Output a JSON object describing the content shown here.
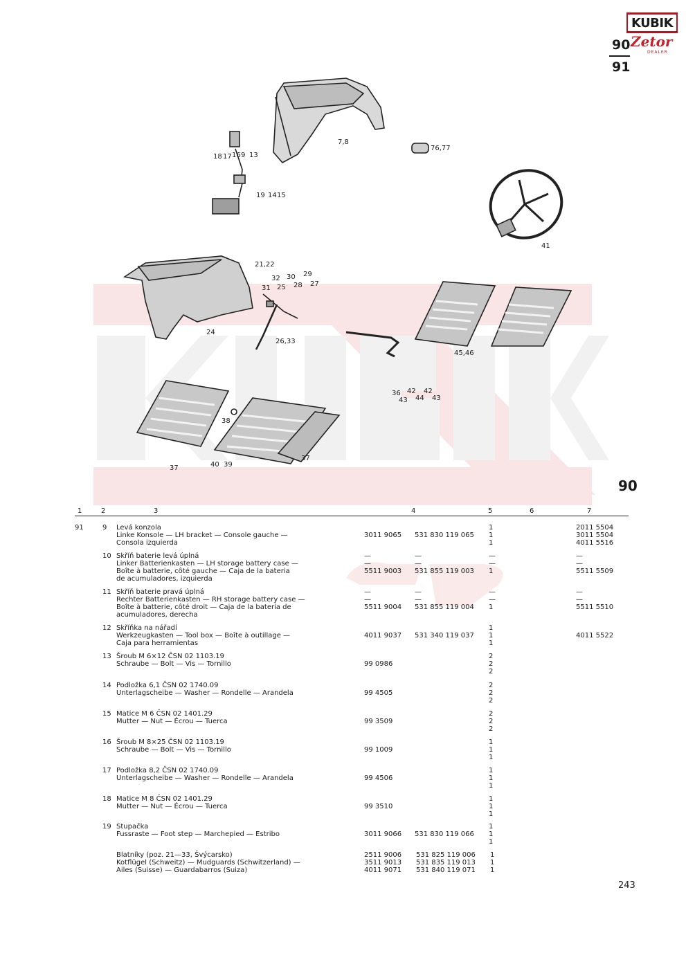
{
  "logo": {
    "kubik": "KUBIK",
    "zetor": "Zetor",
    "dealer": "DEALER"
  },
  "section": {
    "top": "90",
    "bottom": "91",
    "label_90": "90"
  },
  "callouts": [
    "7,8",
    "76,77",
    "18",
    "17",
    "16",
    "9",
    "13",
    "19",
    "14",
    "15",
    "41",
    "21,22",
    "32",
    "31",
    "25",
    "30",
    "28",
    "29",
    "27",
    "24",
    "26,33",
    "45,46",
    "36",
    "43",
    "42",
    "44",
    "42",
    "43",
    "38",
    "37",
    "40",
    "39",
    "37"
  ],
  "columns": [
    "1",
    "2",
    "3",
    "4",
    "5",
    "6",
    "7"
  ],
  "group_no": "91",
  "rows": [
    {
      "pos": "9",
      "desc": [
        "Levá konzola",
        "Linke Konsole — LH bracket — Console gauche —",
        "Consola izquierda"
      ],
      "c4a": [
        "",
        "3011 9065",
        ""
      ],
      "c4b": [
        "",
        "531 830 119 065",
        ""
      ],
      "qty": [
        "1",
        "1",
        "1"
      ],
      "c7": [
        "2011 5504",
        "3011 5504",
        "4011 5516"
      ]
    },
    {
      "pos": "10",
      "desc": [
        "Skříň baterie levá úplná",
        "Linker Batterienkasten — LH storage battery case —",
        "Boîte à batterie, côté gauche — Caja de la bateria",
        "de acumuladores, izquierda"
      ],
      "c4a": [
        "—",
        "—",
        "5511 9003",
        ""
      ],
      "c4b": [
        "—",
        "—",
        "531 855 119 003",
        ""
      ],
      "qty": [
        "—",
        "—",
        "1",
        ""
      ],
      "c7": [
        "—",
        "—",
        "5511 5509",
        ""
      ]
    },
    {
      "pos": "11",
      "desc": [
        "Skříň baterie pravá úplná",
        "Rechter Batterienkasten — RH storage battery case —",
        "Boîte à batterie, côté droit — Caja de la bateria de",
        "acumuladores, derecha"
      ],
      "c4a": [
        "—",
        "—",
        "5511 9004",
        ""
      ],
      "c4b": [
        "—",
        "—",
        "531 855 119 004",
        ""
      ],
      "qty": [
        "—",
        "—",
        "1",
        ""
      ],
      "c7": [
        "—",
        "—",
        "5511 5510",
        ""
      ]
    },
    {
      "pos": "12",
      "desc": [
        "Skříňka na nářadí",
        "Werkzeugkasten — Tool box — Boîte à outillage —",
        "Caja para herramientas"
      ],
      "c4a": [
        "",
        "4011 9037",
        ""
      ],
      "c4b": [
        "",
        "531 340 119 037",
        ""
      ],
      "qty": [
        "1",
        "1",
        "1"
      ],
      "c7": [
        "",
        "4011 5522",
        ""
      ]
    },
    {
      "pos": "13",
      "desc": [
        "Šroub M 6×12   ČSN 02 1103.19",
        "Schraube — Bolt — Vis — Tornillo",
        ""
      ],
      "c4a": [
        "",
        "99 0986",
        ""
      ],
      "c4b": [
        "",
        "",
        ""
      ],
      "qty": [
        "2",
        "2",
        "2"
      ],
      "c7": [
        "",
        "",
        ""
      ]
    },
    {
      "pos": "14",
      "desc": [
        "Podložka 6,1   ČSN 02 1740.09",
        "Unterlagscheibe — Washer — Rondelle — Arandela",
        ""
      ],
      "c4a": [
        "",
        "99 4505",
        ""
      ],
      "c4b": [
        "",
        "",
        ""
      ],
      "qty": [
        "2",
        "2",
        "2"
      ],
      "c7": [
        "",
        "",
        ""
      ]
    },
    {
      "pos": "15",
      "desc": [
        "Matice M 6   ČSN 02 1401.29",
        "Mutter — Nut — Écrou — Tuerca",
        ""
      ],
      "c4a": [
        "",
        "99 3509",
        ""
      ],
      "c4b": [
        "",
        "",
        ""
      ],
      "qty": [
        "2",
        "2",
        "2"
      ],
      "c7": [
        "",
        "",
        ""
      ]
    },
    {
      "pos": "16",
      "desc": [
        "Šroub M 8×25   ČSN 02 1103.19",
        "Schraube — Bolt — Vis — Tornillo",
        ""
      ],
      "c4a": [
        "",
        "99 1009",
        ""
      ],
      "c4b": [
        "",
        "",
        ""
      ],
      "qty": [
        "1",
        "1",
        "1"
      ],
      "c7": [
        "",
        "",
        ""
      ]
    },
    {
      "pos": "17",
      "desc": [
        "Podložka 8,2   ČSN 02 1740.09",
        "Unterlagscheibe — Washer — Rondelle — Arandela",
        ""
      ],
      "c4a": [
        "",
        "99 4506",
        ""
      ],
      "c4b": [
        "",
        "",
        ""
      ],
      "qty": [
        "1",
        "1",
        "1"
      ],
      "c7": [
        "",
        "",
        ""
      ]
    },
    {
      "pos": "18",
      "desc": [
        "Matice M 8   ČSN 02 1401.29",
        "Mutter — Nut — Écrou — Tuerca",
        ""
      ],
      "c4a": [
        "",
        "99 3510",
        ""
      ],
      "c4b": [
        "",
        "",
        ""
      ],
      "qty": [
        "1",
        "1",
        "1"
      ],
      "c7": [
        "",
        "",
        ""
      ]
    },
    {
      "pos": "19",
      "desc": [
        "Stupačka",
        "Fussraste — Foot step — Marchepied — Estribo",
        ""
      ],
      "c4a": [
        "",
        "3011 9066",
        ""
      ],
      "c4b": [
        "",
        "531 830 119 066",
        ""
      ],
      "qty": [
        "1",
        "1",
        "1"
      ],
      "c7": [
        "",
        "",
        ""
      ]
    }
  ],
  "mudguards": {
    "desc": [
      "Blatníky (poz. 21—33, Švýcarsko)",
      "Kotflügel (Schweitz) — Mudguards (Schwitzerland) —",
      "Ailes (Suisse) — Guardabarros (Suiza)"
    ],
    "c4a": [
      "2511 9006",
      "3511 9013",
      "4011 9071"
    ],
    "c4b": [
      "531 825 119 006",
      "531 835 119 013",
      "531 840 119 071"
    ],
    "qty": [
      "1",
      "1",
      "1"
    ]
  },
  "page_number": "243",
  "colors": {
    "brand_red": "#c8202a",
    "watermark_red": "#f7d9d9",
    "watermark_gray": "#ececec"
  }
}
